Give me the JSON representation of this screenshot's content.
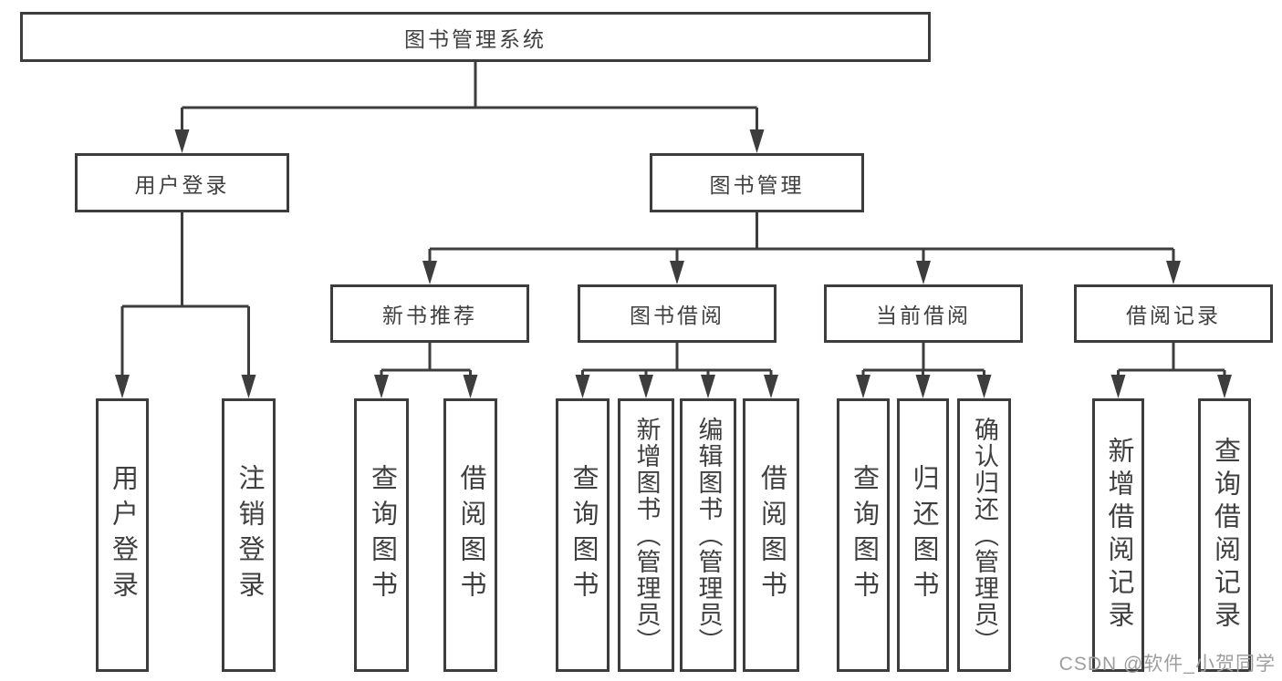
{
  "diagram": {
    "root": {
      "label": "图书管理系统"
    },
    "level2": [
      {
        "label": "用户登录"
      },
      {
        "label": "图书管理"
      }
    ],
    "level3": [
      {
        "label": "新书推荐"
      },
      {
        "label": "图书借阅"
      },
      {
        "label": "当前借阅"
      },
      {
        "label": "借阅记录"
      }
    ],
    "leaves": {
      "user_login": [
        {
          "label": "用户登录"
        },
        {
          "label": "注销登录"
        }
      ],
      "new_book": [
        {
          "label": "查询图书"
        },
        {
          "label": "借阅图书"
        }
      ],
      "book_borrow": [
        {
          "label": "查询图书"
        },
        {
          "label": "新增图书（管理员）"
        },
        {
          "label": "编辑图书（管理员）"
        },
        {
          "label": "借阅图书"
        }
      ],
      "current_borrow": [
        {
          "label": "查询图书"
        },
        {
          "label": "归还图书"
        },
        {
          "label": "确认归还（管理员）"
        }
      ],
      "borrow_record": [
        {
          "label": "新增借阅记录"
        },
        {
          "label": "查询借阅记录"
        }
      ]
    },
    "watermark": "CSDN @软件_小贺同学",
    "colors": {
      "line": "#3d3d3d",
      "text": "#3f3f3f",
      "watermark": "#9e9e9e",
      "background": "#ffffff"
    }
  }
}
